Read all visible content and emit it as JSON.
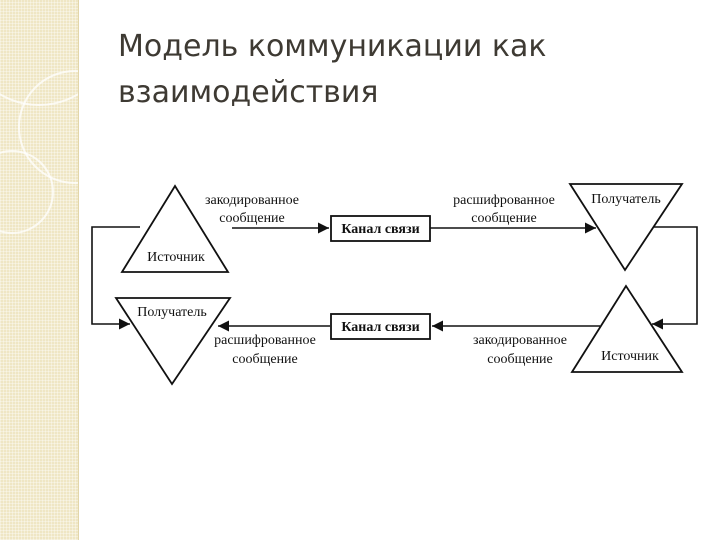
{
  "slide": {
    "title_line1": "Модель коммуникации как",
    "title_line2": "взаимодействия"
  },
  "diagram": {
    "top_row": {
      "source": "Источник",
      "encoded_line1": "закодированное",
      "encoded_line2": "сообщение",
      "channel": "Канал связи",
      "decoded_line1": "расшифрованное",
      "decoded_line2": "сообщение",
      "receiver": "Получатель"
    },
    "bottom_row": {
      "receiver": "Получатель",
      "decoded_line1": "расшифрованное",
      "decoded_line2": "сообщение",
      "channel": "Канал связи",
      "encoded_line1": "закодированное",
      "encoded_line2": "сообщение",
      "source": "Источник"
    }
  }
}
